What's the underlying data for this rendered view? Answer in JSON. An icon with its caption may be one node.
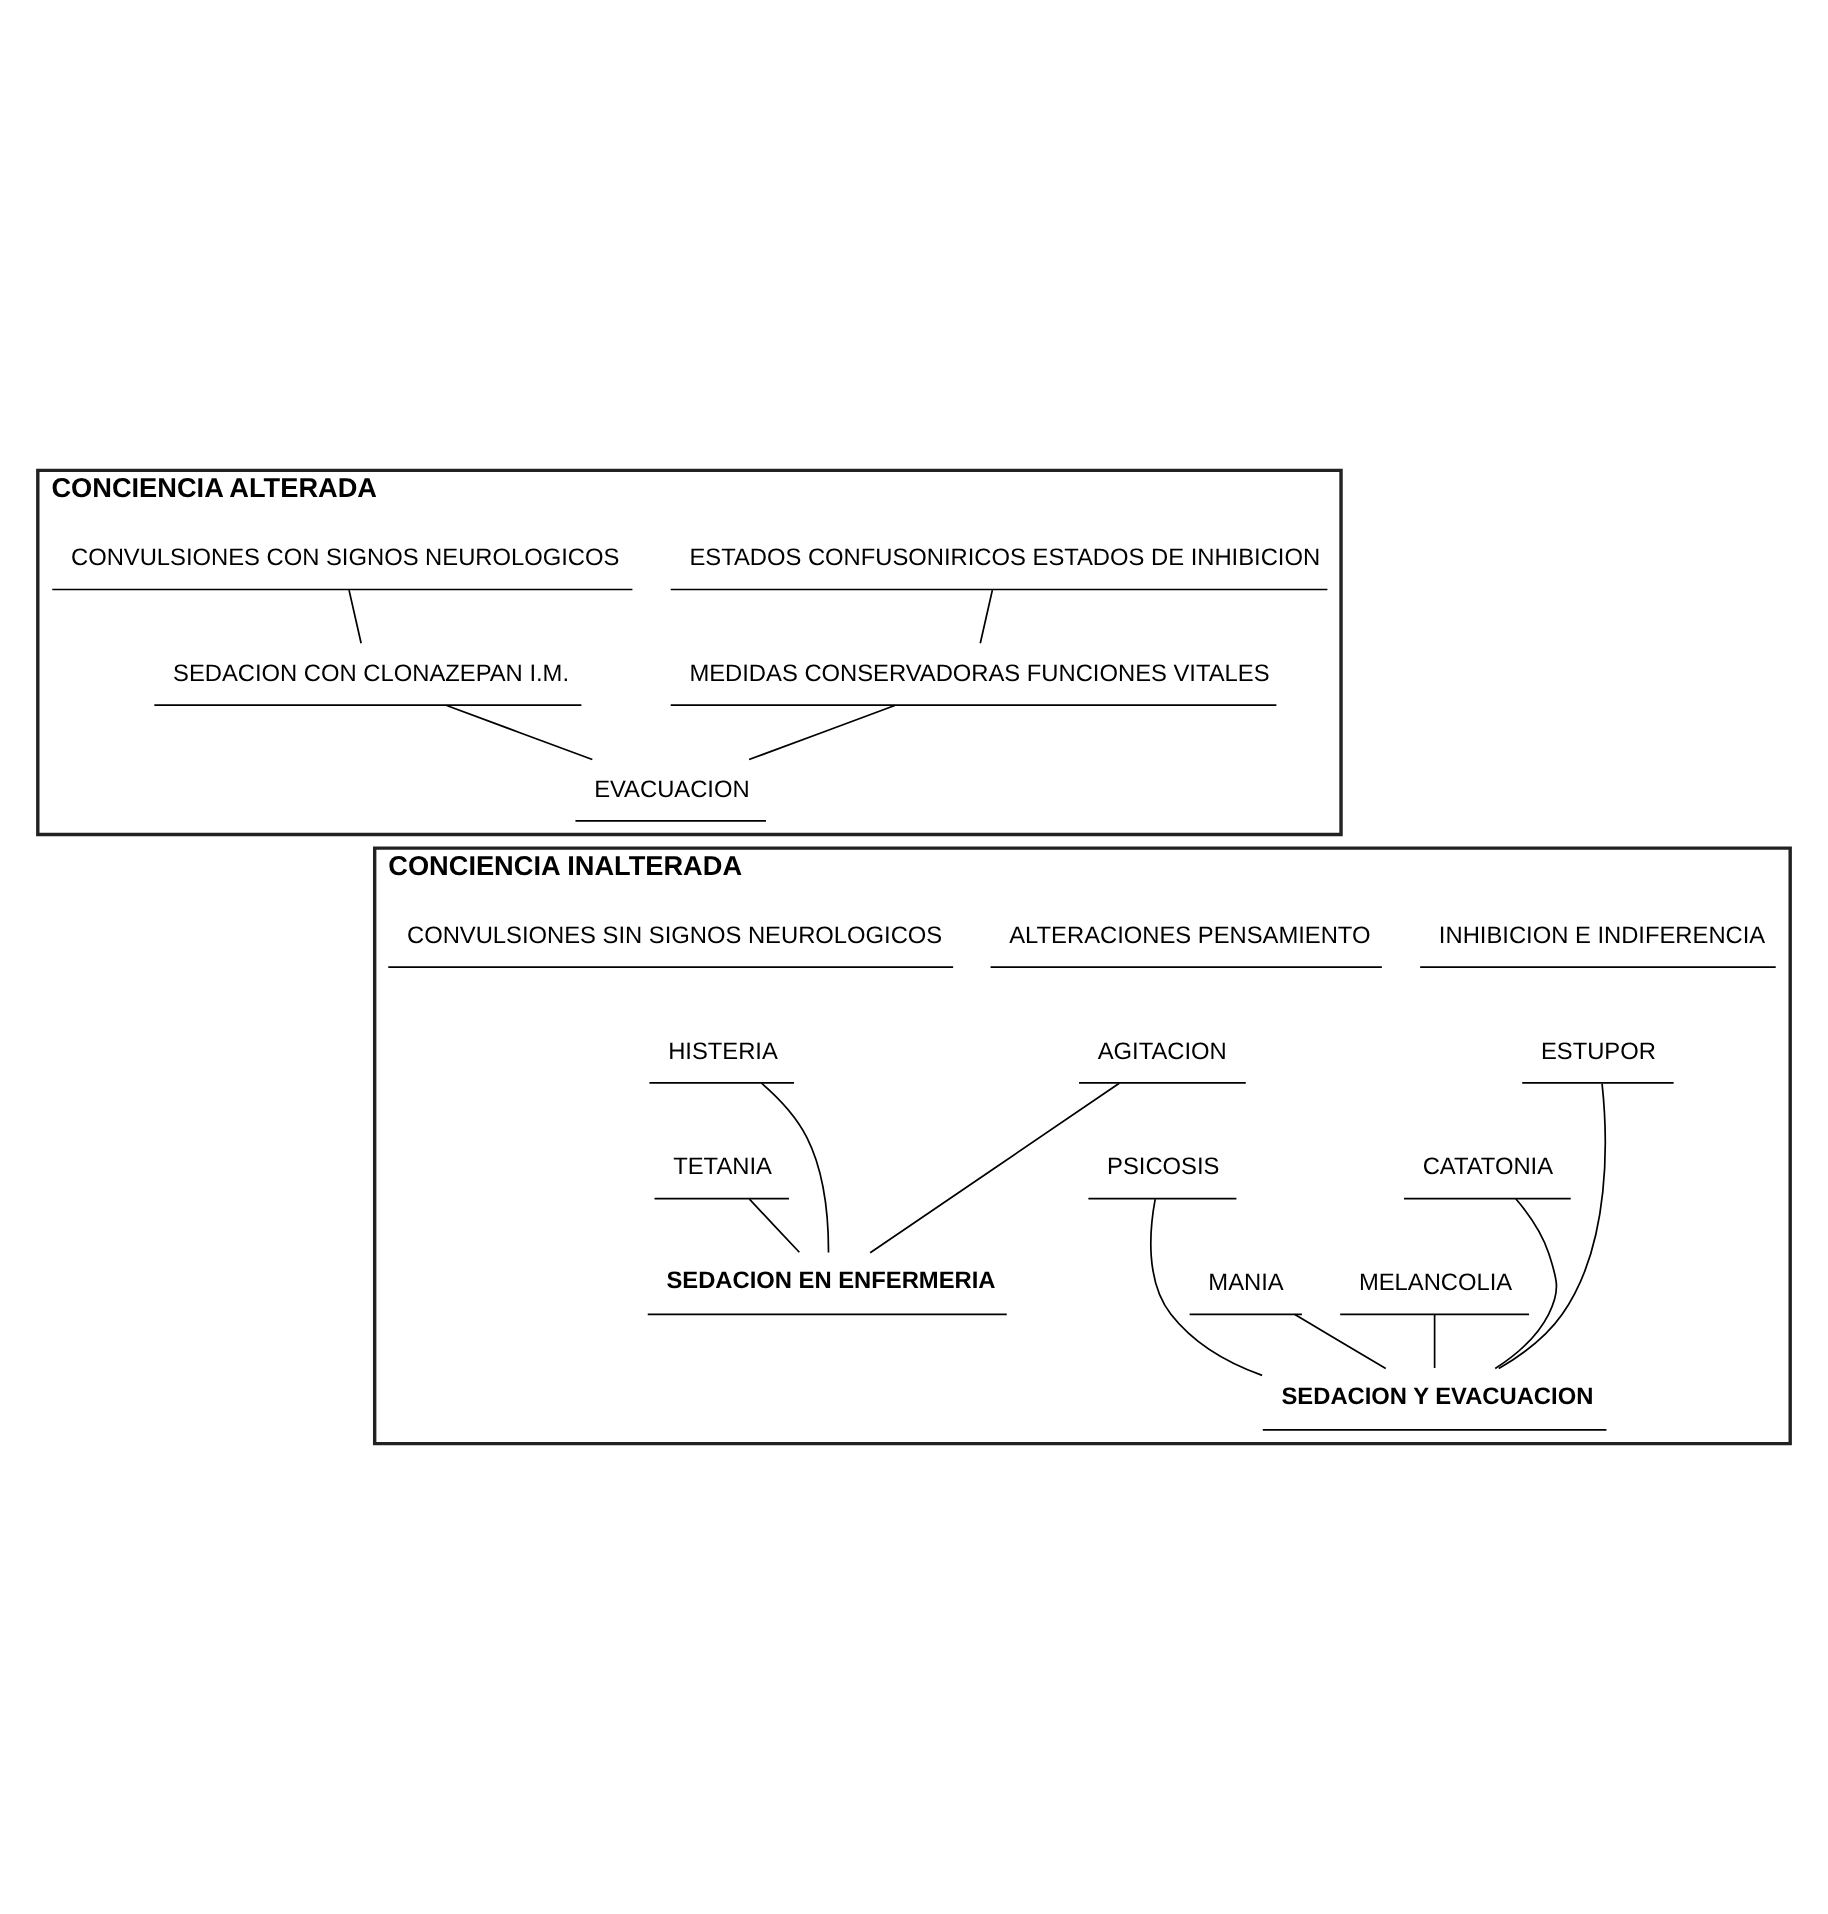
{
  "diagram": {
    "nodes": [
      {
        "text": [
          "CONCIENCIA ALTERADA"
        ]
      },
      {
        "text": [
          "CONVULSIONES CON SIGNOS NEUROLOGICOS"
        ],
        "in": 0
      },
      {
        "text": [
          "SEDACION CON CLONAZEPAN I.M."
        ],
        "in": 0
      },
      {
        "text": [
          "ESTADOS CONFUSONIRICOS ESTADOS DE INHIBICION"
        ],
        "in": 0
      },
      {
        "text": [
          "MEDIDAS CONSERVADORAS FUNCIONES VITALES"
        ],
        "in": 0
      },
      {
        "text": [
          "EVACUACION"
        ],
        "in": 0
      },
      {
        "text": [
          "CONCIENCIA INALTERADA"
        ]
      },
      {
        "text": [
          "CONVULSIONES SIN SIGNOS NEUROLOGICOS"
        ],
        "in": 6
      },
      {
        "text": [
          "ALTERACIONES PENSAMIENTO"
        ],
        "in": 6
      },
      {
        "text": [
          "INHIBICION E INDIFERENCIA"
        ],
        "in": 6
      },
      {
        "text": [
          "HISTERIA"
        ],
        "in": 6
      },
      {
        "text": [
          "AGITACION"
        ],
        "in": 6
      },
      {
        "text": [
          "ESTUPOR"
        ],
        "in": 6
      },
      {
        "text": [
          "TETANIA"
        ],
        "in": 6
      },
      {
        "text": [
          "PSICOSIS"
        ],
        "in": 6
      },
      {
        "text": [
          "CATATONIA"
        ],
        "in": 6
      },
      {
        "text": [
          "MANIA"
        ],
        "in": 6
      },
      {
        "text": [
          "MELANCOLIA"
        ],
        "in": 6
      },
      {
        "text": [
          "SEDACION EN ENFERMERIA"
        ],
        "in": 6
      },
      {
        "text": [
          "SEDACION Y EVACUACION"
        ],
        "in": 6
      }
    ],
    "edges": [
      {
        "from": 1,
        "to": 2,
        "arrow": "none"
      },
      {
        "from": 3,
        "to": 4,
        "arrow": "none"
      },
      {
        "from": 2,
        "to": 5,
        "arrow": "none"
      },
      {
        "from": 4,
        "to": 5,
        "arrow": "none"
      },
      {
        "from": 10,
        "to": 18,
        "arrow": "none"
      },
      {
        "from": 13,
        "to": 18,
        "arrow": "none"
      },
      {
        "from": 11,
        "to": 18,
        "arrow": "none"
      },
      {
        "from": 14,
        "to": 19,
        "arrow": "none"
      },
      {
        "from": 16,
        "to": 19,
        "arrow": "none"
      },
      {
        "from": 12,
        "to": 19,
        "arrow": "none"
      },
      {
        "from": 15,
        "to": 19,
        "arrow": "none"
      },
      {
        "from": 17,
        "to": 19,
        "arrow": "none"
      }
    ]
  }
}
